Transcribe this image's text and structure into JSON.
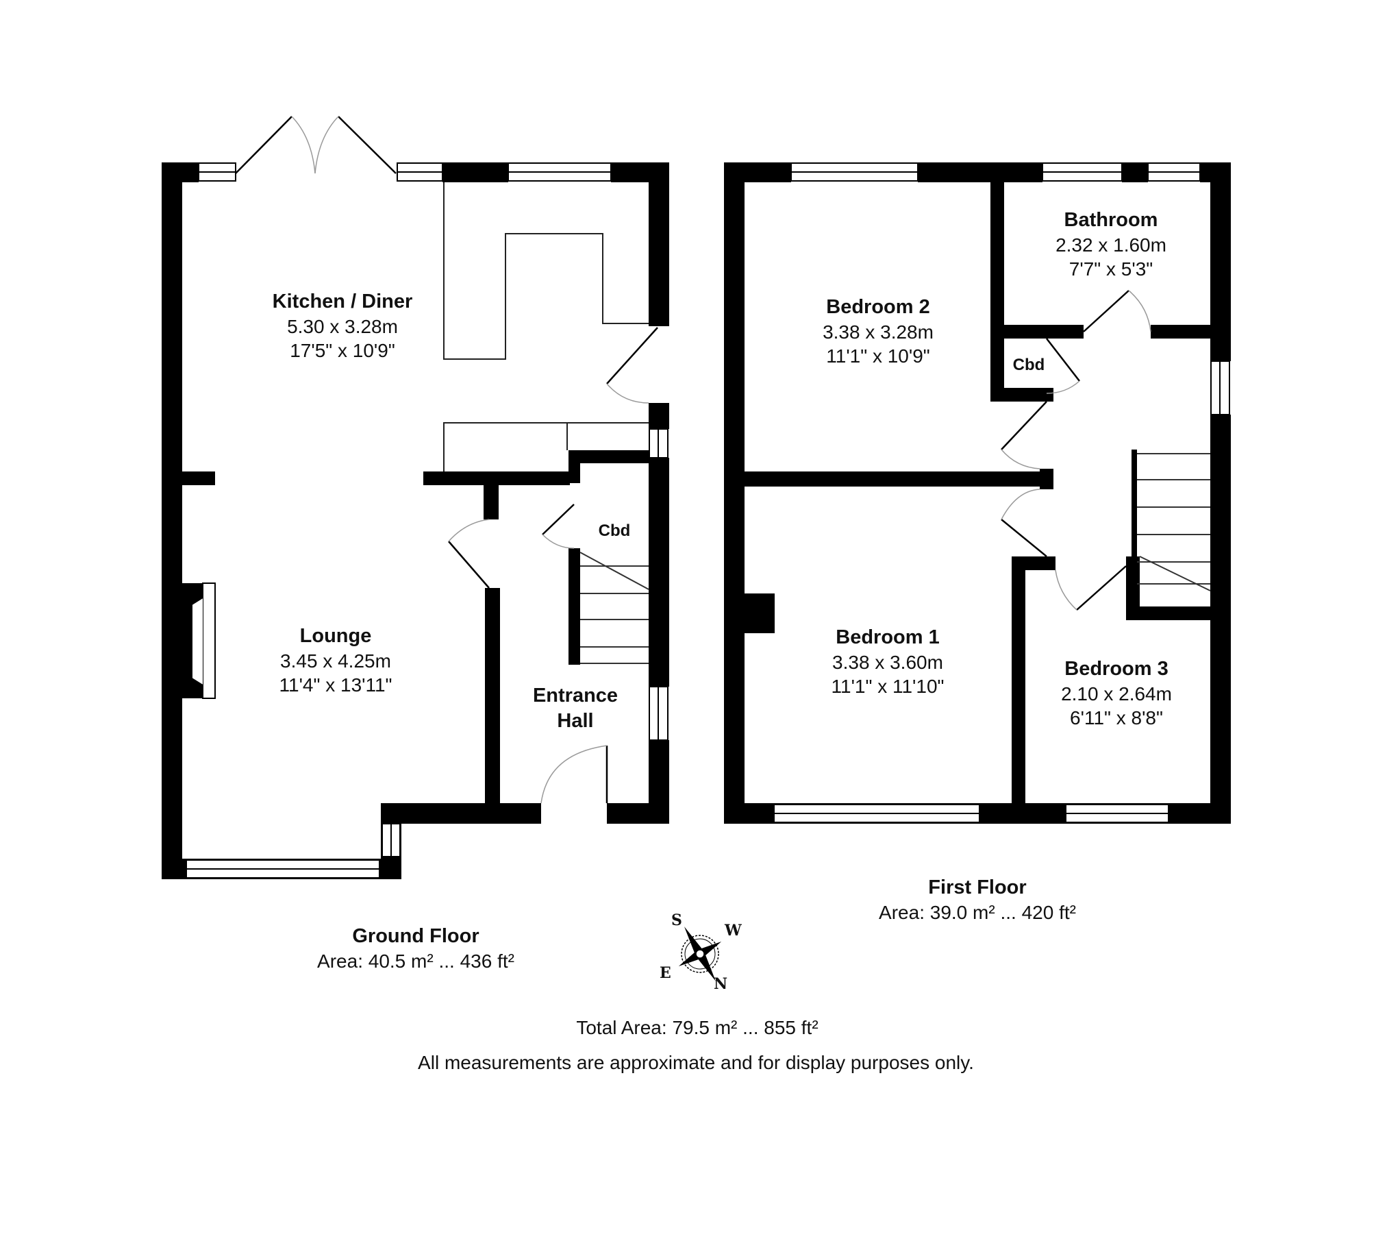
{
  "plan": {
    "ground_floor": {
      "title": "Ground Floor",
      "area": "Area: 40.5 m² ... 436 ft²",
      "rooms": [
        {
          "name": "Kitchen / Diner",
          "metric": "5.30 x 3.28m",
          "imperial": "17'5\" x 10'9\""
        },
        {
          "name": "Lounge",
          "metric": "3.45 x 4.25m",
          "imperial": "11'4\" x 13'11\""
        },
        {
          "name_line1": "Entrance",
          "name_line2": "Hall"
        }
      ],
      "cupboard": "Cbd"
    },
    "first_floor": {
      "title": "First Floor",
      "area": "Area: 39.0 m² ... 420 ft²",
      "rooms": [
        {
          "name": "Bedroom 2",
          "metric": "3.38 x 3.28m",
          "imperial": "11'1\" x 10'9\""
        },
        {
          "name": "Bathroom",
          "metric": "2.32 x 1.60m",
          "imperial": "7'7\" x 5'3\""
        },
        {
          "name": "Bedroom 1",
          "metric": "3.38 x 3.60m",
          "imperial": "11'1\" x 11'10\""
        },
        {
          "name": "Bedroom 3",
          "metric": "2.10 x 2.64m",
          "imperial": "6'11\" x 8'8\""
        }
      ],
      "cupboard": "Cbd"
    },
    "compass": {
      "s": "S",
      "w": "W",
      "e": "E",
      "n": "N"
    },
    "total_area": "Total Area: 79.5 m² ... 855 ft²",
    "disclaimer": "All measurements are approximate and for display purposes only.",
    "colors": {
      "wall": "#000000",
      "background": "#ffffff",
      "fixture_line": "#222222",
      "door_arc": "#888888"
    }
  }
}
